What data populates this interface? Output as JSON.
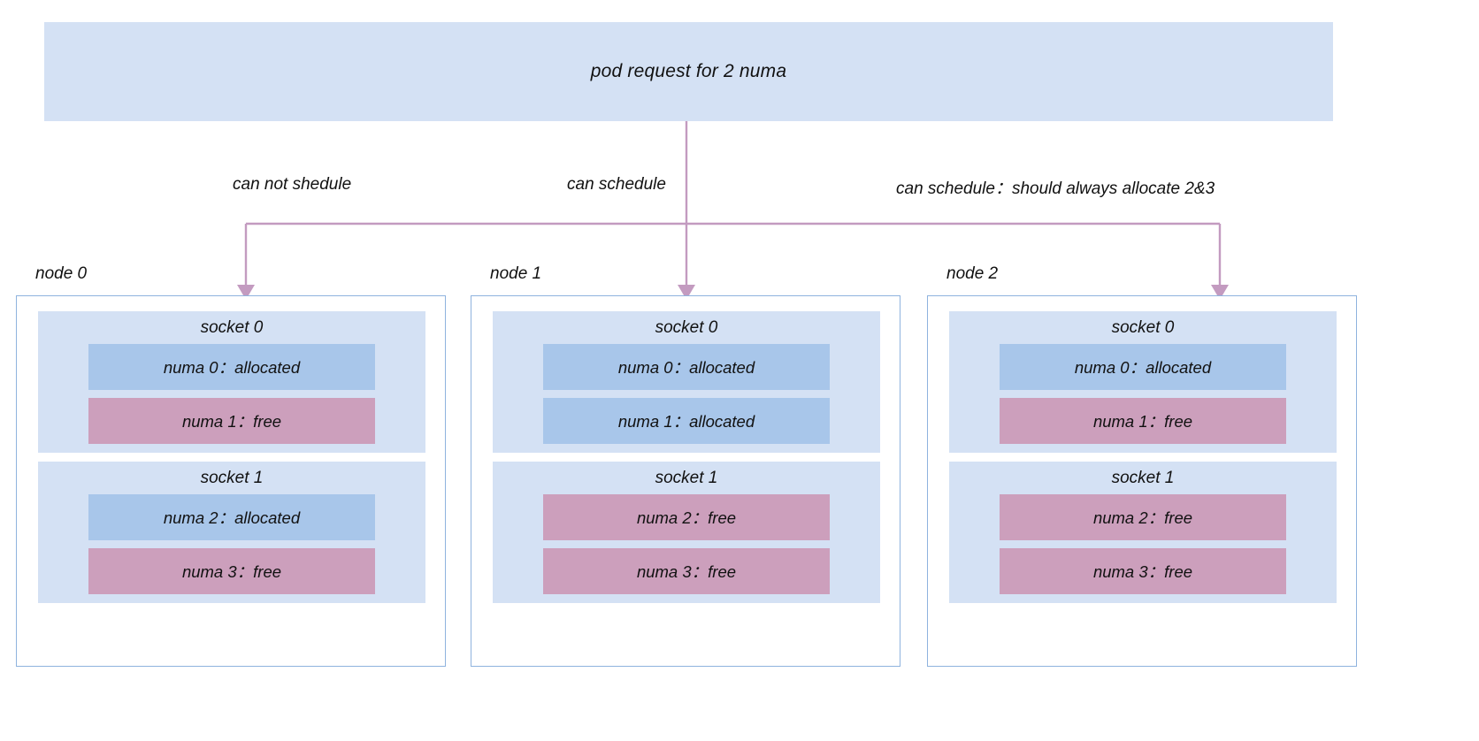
{
  "diagram": {
    "title": "pod request for 2 numa",
    "accent_line_color": "#c39bc0",
    "colors": {
      "pod_box": "#d4e1f4",
      "socket_box": "#d4e1f4",
      "numa_allocated": "#a8c6ea",
      "numa_free": "#cc9fbc",
      "node_border": "#8fb3de",
      "connector": "#c39bc0"
    }
  },
  "branches": [
    {
      "label": "can not shedule"
    },
    {
      "label": "can schedule"
    },
    {
      "label": "can schedule：should always allocate 2&3"
    }
  ],
  "nodes": [
    {
      "name": "node 0",
      "sockets": [
        {
          "name": "socket  0",
          "numas": [
            {
              "label": "numa 0：allocated",
              "state": "allocated"
            },
            {
              "label": "numa 1：free",
              "state": "free"
            }
          ]
        },
        {
          "name": "socket  1",
          "numas": [
            {
              "label": "numa 2：allocated",
              "state": "allocated"
            },
            {
              "label": "numa 3：free",
              "state": "free"
            }
          ]
        }
      ]
    },
    {
      "name": "node 1",
      "sockets": [
        {
          "name": "socket  0",
          "numas": [
            {
              "label": "numa 0：allocated",
              "state": "allocated"
            },
            {
              "label": "numa 1：allocated",
              "state": "allocated"
            }
          ]
        },
        {
          "name": "socket  1",
          "numas": [
            {
              "label": "numa 2：free",
              "state": "free"
            },
            {
              "label": "numa 3：free",
              "state": "free"
            }
          ]
        }
      ]
    },
    {
      "name": "node 2",
      "sockets": [
        {
          "name": "socket  0",
          "numas": [
            {
              "label": "numa 0：allocated",
              "state": "allocated"
            },
            {
              "label": "numa 1：free",
              "state": "free"
            }
          ]
        },
        {
          "name": "socket  1",
          "numas": [
            {
              "label": "numa 2：free",
              "state": "free"
            },
            {
              "label": "numa 3：free",
              "state": "free"
            }
          ]
        }
      ]
    }
  ]
}
